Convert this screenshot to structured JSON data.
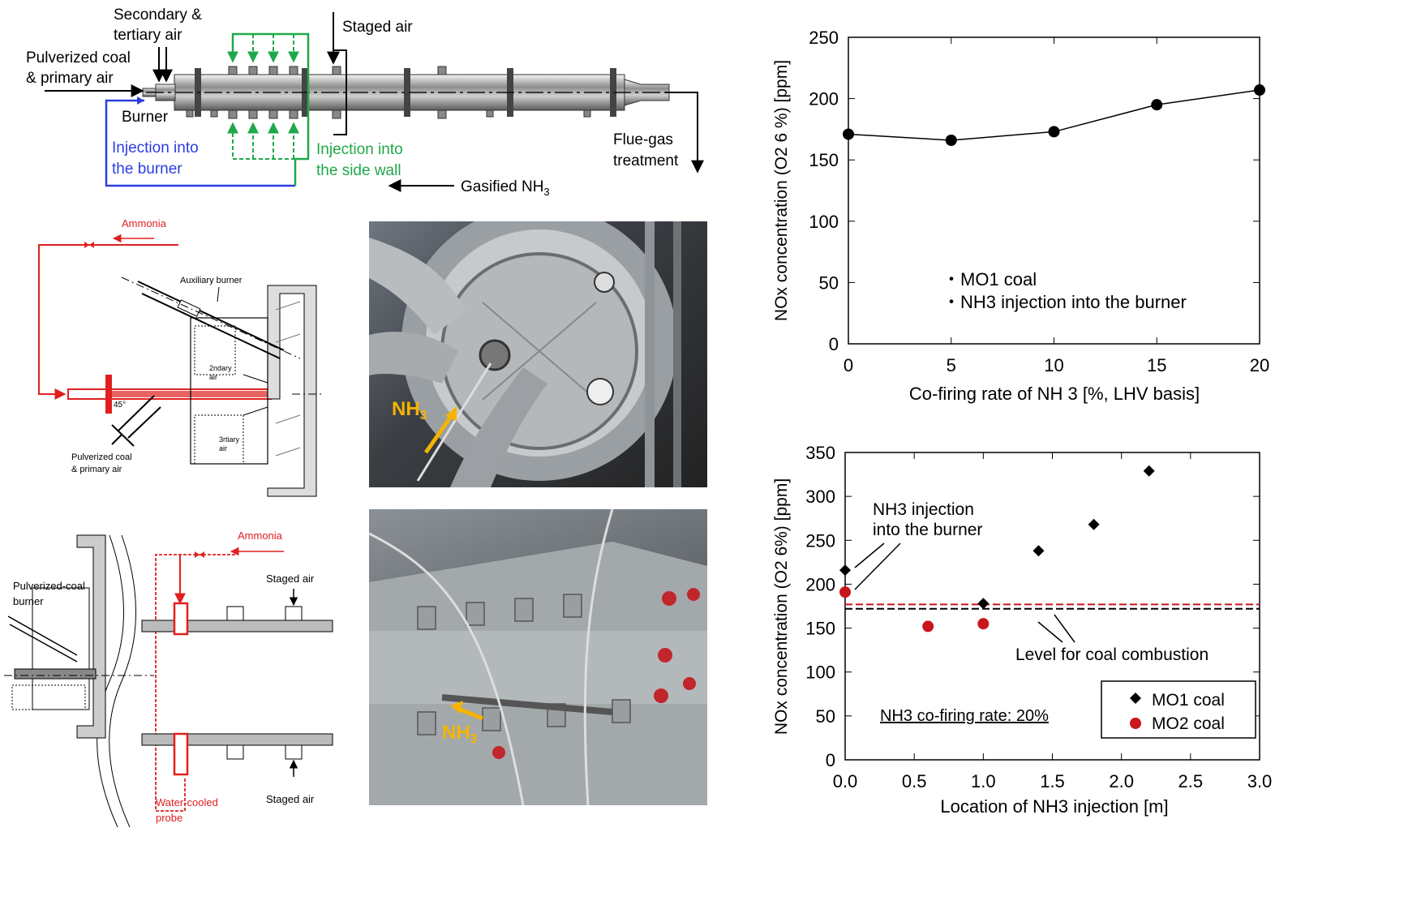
{
  "schematic": {
    "secondary_tertiary_air": "Secondary &\ntertiary air",
    "pulverized_coal_primary": "Pulverized coal\n& primary air",
    "staged_air": "Staged air",
    "burner": "Burner",
    "injection_burner": "Injection into\nthe burner",
    "injection_side_wall": "Injection into\nthe side wall",
    "flue_gas": "Flue-gas\ntreatment",
    "gasified_nh3": "Gasified NH",
    "gasified_nh3_sub": "3",
    "colors": {
      "burner_line": "#2b3ee0",
      "side_wall_line": "#1fa84a"
    }
  },
  "burner_diagram": {
    "ammonia": "Ammonia",
    "auxiliary_burner": "Auxiliary burner",
    "secondary_air": "2ndary\nair",
    "tertiary_air": "3rtiary\nair",
    "angle": "45°",
    "pulverized_coal": "Pulverized coal\n& primary air",
    "color": "#e02020"
  },
  "furnace_diagram": {
    "ammonia": "Ammonia",
    "pulverized_coal_burner": "Pulverized-coal\nburner",
    "staged_air_top": "Staged air",
    "staged_air_bottom": "Staged air",
    "water_cooled_probe": "Water-cooled\nprobe"
  },
  "photos": {
    "top_label": "NH",
    "top_label_sub": "3",
    "bottom_label": "NH",
    "bottom_label_sub": "3",
    "arrow_color": "#f5b400"
  },
  "chart_data": [
    {
      "type": "line",
      "title": "",
      "xlabel": "Co-firing rate of NH 3 [%, LHV basis]",
      "ylabel": "NOx concentration (O2 6 %) [ppm]",
      "xlim": [
        0,
        20
      ],
      "ylim": [
        0,
        250
      ],
      "xticks": [
        0,
        5,
        10,
        15,
        20
      ],
      "yticks": [
        0,
        50,
        100,
        150,
        200,
        250
      ],
      "x": [
        0,
        5,
        10,
        15,
        20
      ],
      "series": [
        {
          "values": [
            171,
            166,
            173,
            195,
            207
          ]
        }
      ],
      "annotations": [
        "・MO1 coal",
        "・NH3 injection into the burner"
      ]
    },
    {
      "type": "scatter",
      "title": "",
      "xlabel": "Location of NH3 injection [m]",
      "ylabel": "NOx concentration (O2 6%) [ppm]",
      "xlim": [
        0,
        3.0
      ],
      "ylim": [
        0,
        350
      ],
      "xticks": [
        "0.0",
        "0.5",
        "1.0",
        "1.5",
        "2.0",
        "2.5",
        "3.0"
      ],
      "yticks": [
        0,
        50,
        100,
        150,
        200,
        250,
        300,
        350
      ],
      "series": [
        {
          "name": "MO1 coal",
          "marker": "diamond",
          "color": "#000000",
          "points": [
            [
              0.0,
              216
            ],
            [
              1.0,
              178
            ],
            [
              1.4,
              238
            ],
            [
              1.8,
              268
            ],
            [
              2.2,
              329
            ]
          ]
        },
        {
          "name": "MO2 coal",
          "marker": "circle",
          "color": "#c8161d",
          "points": [
            [
              0.0,
              191
            ],
            [
              0.6,
              152
            ],
            [
              1.0,
              155
            ]
          ]
        }
      ],
      "reference_lines": [
        {
          "y": 177,
          "color": "#c8161d",
          "style": "dashed"
        },
        {
          "y": 172,
          "color": "#000000",
          "style": "dashed"
        }
      ],
      "annotations": {
        "burner": "NH3 injection\ninto the burner",
        "level": "Level for coal combustion",
        "rate": "NH3 co-firing rate: 20%"
      },
      "legend_position": "bottom-right"
    }
  ]
}
